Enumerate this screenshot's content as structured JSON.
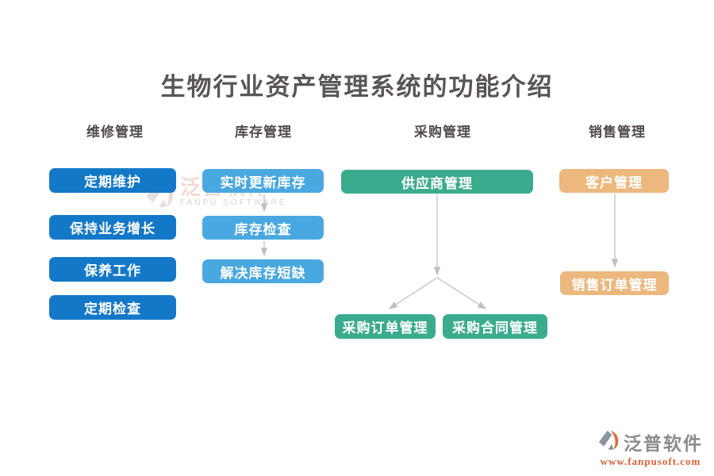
{
  "title": "生物行业资产管理系统的功能介绍",
  "colors": {
    "column1_node": "#1478c8",
    "column2_node": "#4aa8e0",
    "column3_node": "#3bab8d",
    "column4_node": "#ecb87e",
    "arrow": "#c6c6c6",
    "title_text": "#5a5555",
    "header_text": "#514b4b",
    "footer_url": "#e25f35"
  },
  "columns": [
    {
      "header": "维修管理",
      "items": [
        {
          "label": "定期维护"
        },
        {
          "label": "保持业务增长"
        },
        {
          "label": "保养工作"
        },
        {
          "label": "定期检查"
        }
      ]
    },
    {
      "header": "库存管理",
      "items": [
        {
          "label": "实时更新库存"
        },
        {
          "label": "库存检查"
        },
        {
          "label": "解决库存短缺"
        }
      ]
    },
    {
      "header": "采购管理",
      "items": [
        {
          "label": "供应商管理"
        },
        {
          "label": "采购订单管理"
        },
        {
          "label": "采购合同管理"
        }
      ]
    },
    {
      "header": "销售管理",
      "items": [
        {
          "label": "客户管理"
        },
        {
          "label": "销售订单管理"
        }
      ]
    }
  ],
  "watermark": {
    "brand": "泛普软件",
    "caption": "FANPU SOFTWARE"
  },
  "footer": {
    "brand": "泛普软件",
    "url": "www.fanpusoft.com"
  }
}
